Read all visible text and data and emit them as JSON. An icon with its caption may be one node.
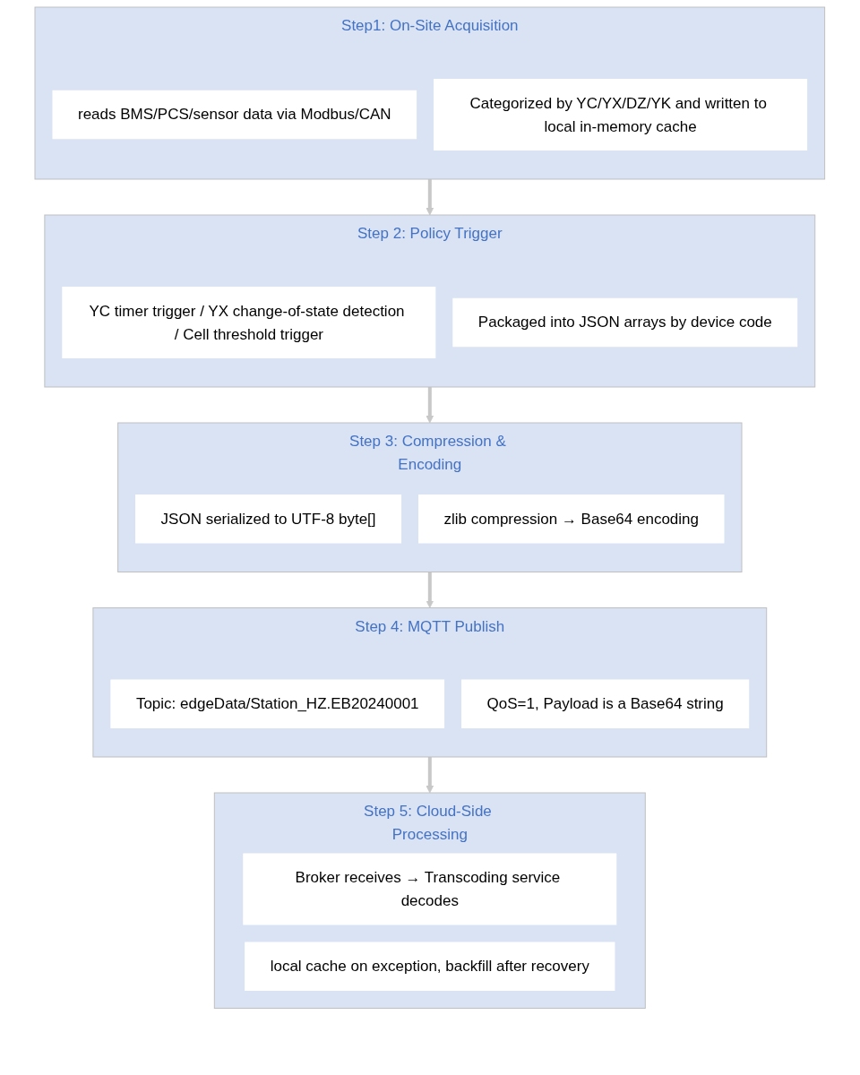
{
  "diagram": {
    "nodes": [
      {
        "text": [
          "Step1:  On-Site Acquisition"
        ]
      },
      {
        "text": [
          "reads BMS/PCS/sensor data via Modbus/CAN"
        ],
        "in": 0
      },
      {
        "text": [
          "Categorized by YC/YX/DZ/YK and written to local in-memory cache"
        ],
        "in": 0
      },
      {
        "text": [
          "Step 2: Policy Trigger"
        ]
      },
      {
        "text": [
          "YC timer trigger / YX change-of-state detection / Cell threshold trigger"
        ],
        "in": 3
      },
      {
        "text": [
          "Packaged into JSON arrays by device code"
        ],
        "in": 3
      },
      {
        "text": [
          "Step 3: Compression & Encoding"
        ]
      },
      {
        "text": [
          "JSON serialized to UTF-8 byte[]"
        ],
        "in": 6
      },
      {
        "text": [
          "zlib compression → Base64 encoding"
        ],
        "in": 6
      },
      {
        "text": [
          "Step 4: MQTT Publish"
        ]
      },
      {
        "text": [
          "Topic: edgeData/Station_HZ.EB20240001"
        ],
        "in": 9
      },
      {
        "text": [
          "QoS=1, Payload is a Base64 string"
        ],
        "in": 9
      },
      {
        "text": [
          "Step 5: Cloud-Side Processing"
        ]
      },
      {
        "text": [
          "Broker receives → Transcoding service decodes"
        ],
        "in": 12
      },
      {
        "text": [
          "local cache on exception, backfill after recovery"
        ],
        "in": 12
      }
    ],
    "edges": [
      {
        "from": 0,
        "to": 3,
        "arrow": "to"
      },
      {
        "from": 3,
        "to": 6,
        "arrow": "to"
      },
      {
        "from": 6,
        "to": 9,
        "arrow": "to"
      },
      {
        "from": 9,
        "to": 12,
        "arrow": "to"
      }
    ]
  }
}
